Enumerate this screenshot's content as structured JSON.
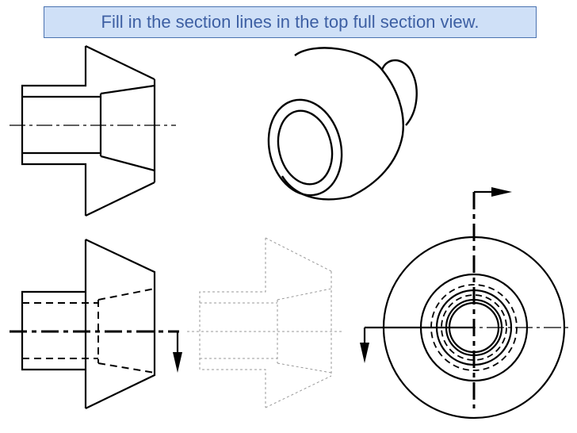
{
  "instruction": {
    "text": "Fill in the section lines in the top full section view."
  },
  "colors": {
    "banner_fill": "#cfe0f7",
    "banner_border": "#4a72b0",
    "banner_text": "#3d5fa3",
    "line": "#000000",
    "ghost_line": "#9a9a9a"
  },
  "views": [
    {
      "name": "top-full-section-view"
    },
    {
      "name": "isometric-view"
    },
    {
      "name": "front-view"
    },
    {
      "name": "ghost-section-view"
    },
    {
      "name": "side-view-with-cutting-plane"
    }
  ]
}
